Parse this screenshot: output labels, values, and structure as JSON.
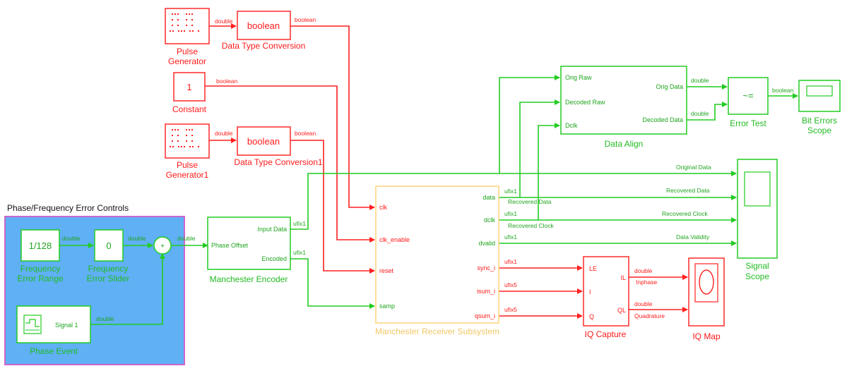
{
  "colors": {
    "red": "#ff2020",
    "green": "#22cc22",
    "yellow": "#f2c866",
    "subsystem_bg": "#5fb0f5",
    "subsystem_border": "#cc66cc"
  },
  "subsystem": {
    "title": "Phase/Frequency Error Controls"
  },
  "blocks": {
    "pulse_gen": {
      "label1": "Pulse",
      "label2": "Generator"
    },
    "dtc": {
      "text": "boolean",
      "label": "Data Type Conversion"
    },
    "constant": {
      "text": "1",
      "label": "Constant"
    },
    "pulse_gen1": {
      "label1": "Pulse",
      "label2": "Generator1"
    },
    "dtc1": {
      "text": "boolean",
      "label": "Data Type Conversion1"
    },
    "freq_range": {
      "text": "1/128",
      "label1": "Frequency",
      "label2": "Error Range"
    },
    "freq_slider": {
      "text": "0",
      "label1": "Frequency",
      "label2": "Error Slider"
    },
    "phase_event": {
      "port": "Signal 1",
      "label": "Phase Event"
    },
    "encoder": {
      "in_port": "Phase Offset",
      "out1": "Input Data",
      "out2": "Encoded",
      "label": "Manchester Encoder"
    },
    "receiver": {
      "label": "Manchester Receiver Subsystem",
      "in_ports": [
        "clk",
        "clk_enable",
        "reset",
        "samp"
      ],
      "out_ports": [
        "data",
        "dclk",
        "dvalid",
        "sync_i",
        "isum_i",
        "qsum_i"
      ]
    },
    "data_align": {
      "in_ports": [
        "Orig Raw",
        "Decoded Raw",
        "Dclk"
      ],
      "out_ports": [
        "Orig Data",
        "Decoded Data"
      ],
      "label": "Data Align"
    },
    "error_test": {
      "text": "~=",
      "label": "Error Test"
    },
    "bit_errors": {
      "label1": "Bit Errors",
      "label2": "Scope"
    },
    "signal_scope": {
      "label1": "Signal",
      "label2": "Scope"
    },
    "iq_capture": {
      "in_ports": [
        "LE",
        "I",
        "Q"
      ],
      "out_ports": [
        "IL",
        "QL"
      ],
      "label": "IQ Capture"
    },
    "iq_map": {
      "label": "IQ Map"
    }
  },
  "signals": {
    "double": "double",
    "boolean": "boolean",
    "ufix1": "ufix1",
    "ufix5": "ufix5",
    "recovered_data": "Recovered Data",
    "recovered_clock": "Recovered Clock",
    "original_data": "Original Data",
    "data_validity": "Data Validity",
    "inphase": "Inphase",
    "quadrature": "Quadrature"
  }
}
